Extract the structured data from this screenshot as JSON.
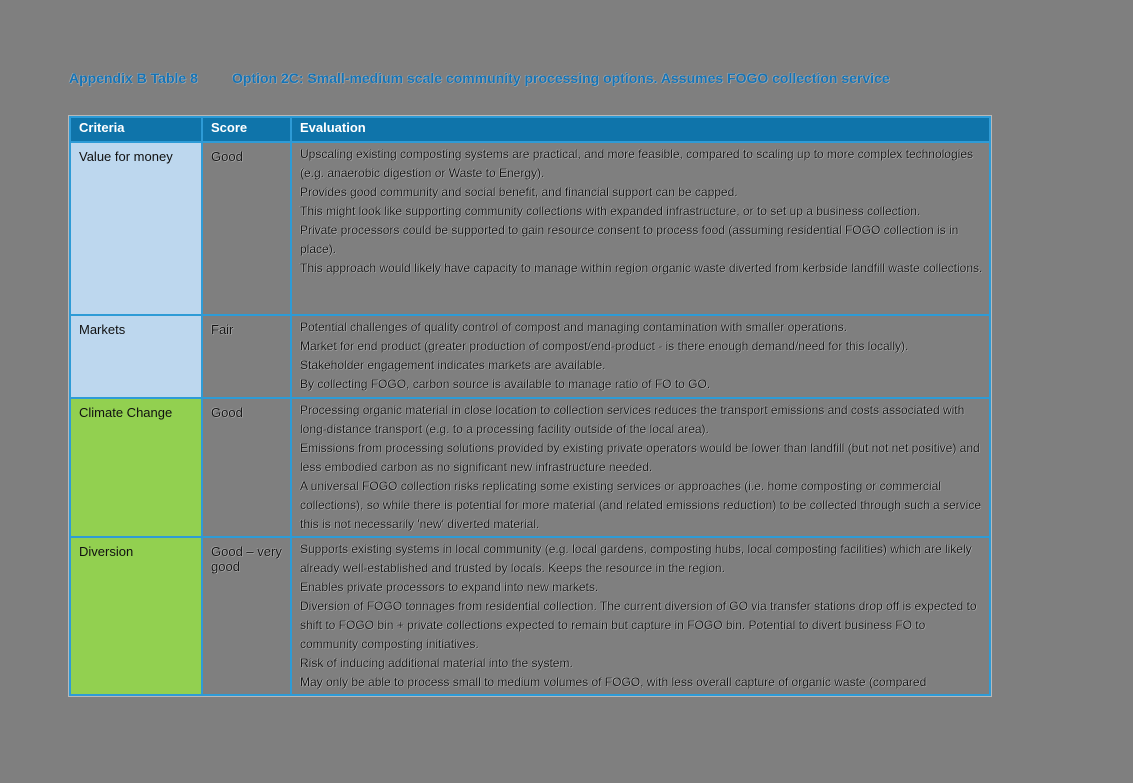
{
  "page": {
    "background_color": "#7f7f7f"
  },
  "title": {
    "label": "Appendix B Table 8",
    "text": "Option 2C: Small-medium scale community processing options. Assumes FOGO collection service",
    "color": "#1573b5"
  },
  "table": {
    "header_bg": "#0f74aa",
    "border_color": "#2e9bd6",
    "light_blue_cell": "#bdd7ee",
    "green_cell": "#92d050",
    "headers": [
      "Criteria",
      "Score",
      "Evaluation"
    ],
    "rows": [
      {
        "criteria": "Value for money",
        "criteria_bg": "#bdd7ee",
        "score": "Good",
        "evaluation": [
          "Upscaling existing composting systems are practical, and more feasible, compared to scaling up to more complex technologies (e.g. anaerobic digestion or Waste to Energy).",
          "Provides good community and social benefit, and financial support can be capped.",
          "This might look like supporting community collections with expanded infrastructure, or to set up a business collection.",
          "Private processors could be supported to gain resource consent to process food (assuming residential FOGO collection is in place).",
          "This approach would likely have capacity to manage within region organic waste diverted from kerbside landfill waste collections."
        ]
      },
      {
        "criteria": "Markets",
        "criteria_bg": "#bdd7ee",
        "score": "Fair",
        "evaluation": [
          "Potential challenges of quality control of compost and managing contamination with smaller operations.",
          "Market for end product (greater production of compost/end-product - is there enough demand/need for this locally).",
          "Stakeholder engagement indicates markets are available.",
          "By collecting FOGO, carbon source is available to manage ratio of FO to GO."
        ]
      },
      {
        "criteria": "Climate Change",
        "criteria_bg": "#92d050",
        "score": "Good",
        "evaluation": [
          "Processing organic material in close location to collection services reduces the transport emissions and costs associated with long-distance transport (e.g. to a processing facility outside of the local area).",
          "Emissions from processing solutions provided by existing private operators would be lower than landfill (but not net positive) and less embodied carbon as no significant new infrastructure needed.",
          "A universal FOGO collection risks replicating some existing services or approaches (i.e. home composting or commercial collections), so while there is potential for more material (and related emissions reduction) to be collected through such a service this is not necessarily 'new' diverted material."
        ]
      },
      {
        "criteria": "Diversion",
        "criteria_bg": "#92d050",
        "score": "Good – very good",
        "evaluation": [
          "Supports existing systems in local community (e.g. local gardens, composting hubs, local composting facilities) which are likely already well-established and trusted by locals. Keeps the resource in the region.",
          "Enables private processors to expand into new markets.",
          "Diversion of FOGO tonnages from residential collection. The current diversion of GO via transfer stations drop off is expected to shift to FOGO bin + private collections expected to remain but capture in FOGO bin. Potential to divert business FO to community composting initiatives.",
          "Risk of inducing additional material into the system.",
          "May only be able to process small to medium volumes of FOGO, with less overall capture of organic waste (compared"
        ]
      }
    ]
  }
}
